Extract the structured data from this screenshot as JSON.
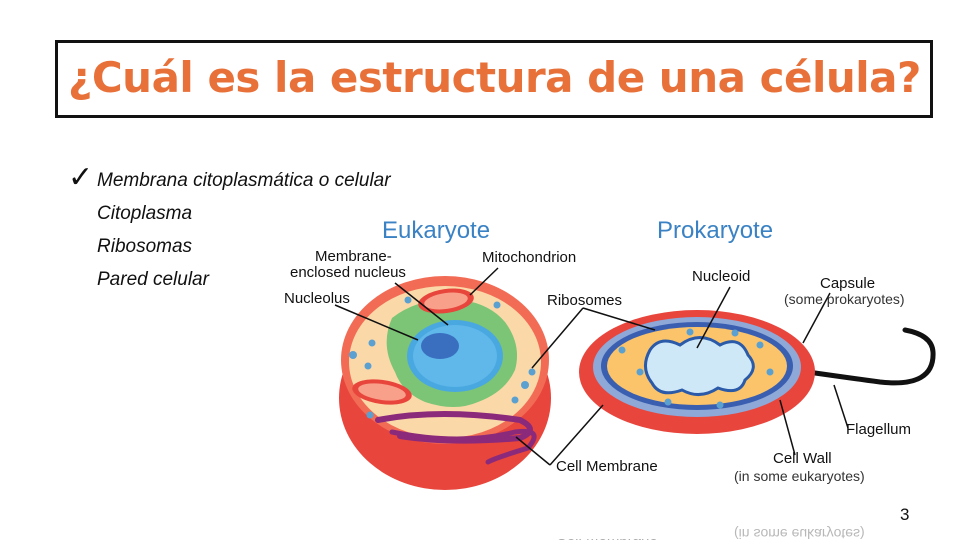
{
  "slide": {
    "title": "¿Cuál es la estructura de una célula?",
    "check_mark": "✓",
    "bullets": [
      "Membrana citoplasmática o celular",
      "Citoplasma",
      "Ribosomas",
      "Pared celular"
    ],
    "page_number": "3"
  },
  "diagram": {
    "eukaryote_heading": "Eukaryote",
    "prokaryote_heading": "Prokaryote",
    "labels": {
      "membrane_nucleus_1": "Membrane-",
      "membrane_nucleus_2": "enclosed nucleus",
      "mitochondrion": "Mitochondrion",
      "nucleolus": "Nucleolus",
      "ribosomes": "Ribosomes",
      "nucleoid": "Nucleoid",
      "capsule": "Capsule",
      "capsule_note": "(some prokaryotes)",
      "flagellum": "Flagellum",
      "cell_membrane": "Cell Membrane",
      "cell_wall": "Cell Wall",
      "cell_wall_note": "(in some eukaryotes)"
    },
    "colors": {
      "heading": "#3a82c4",
      "cell_outer": "#e8453c",
      "cytoplasm": "#fbd8a8",
      "nucleus": "#4aa8e0",
      "nucleolus": "#3a6fc0",
      "er_green": "#7cc576",
      "golgi_purple": "#8b2a7a",
      "ribosome": "#5aa0d0"
    }
  }
}
